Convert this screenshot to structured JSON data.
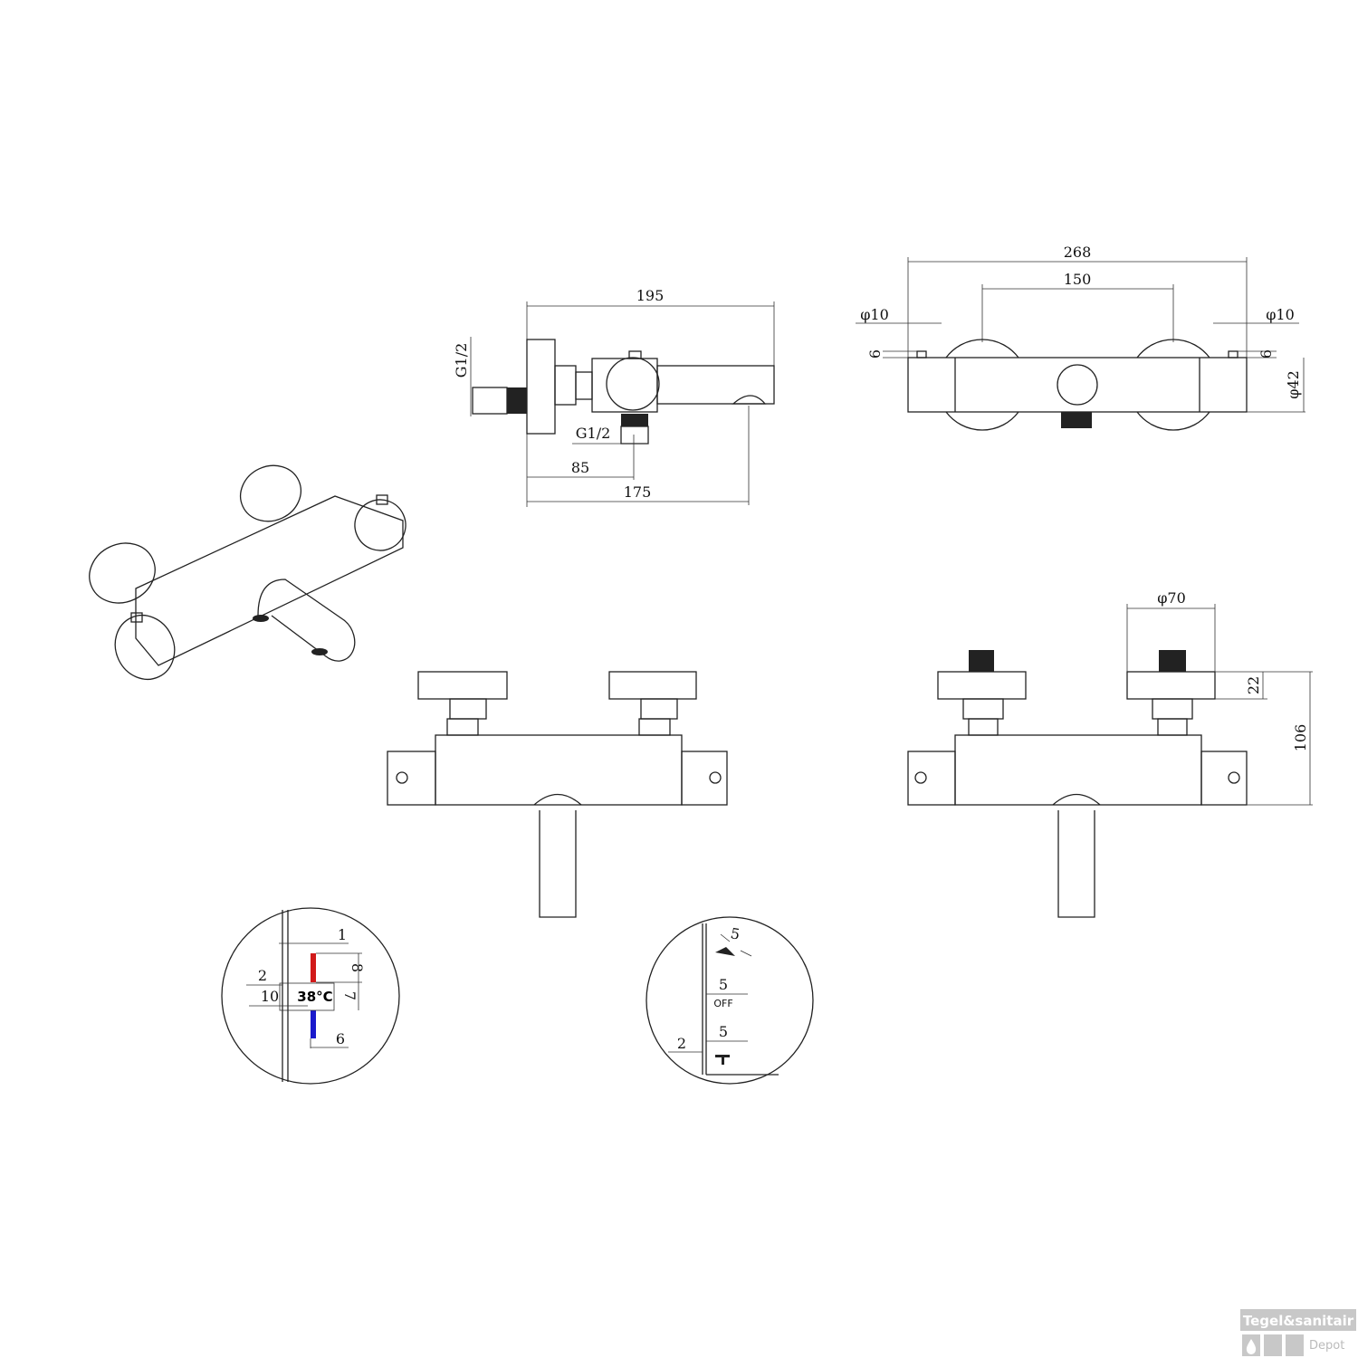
{
  "side_view": {
    "dim_total": "195",
    "dim_inlet": "85",
    "dim_outlet": "175",
    "thread_left": "G1/2",
    "thread_bottom": "G1/2"
  },
  "top_view": {
    "dim_total": "268",
    "dim_centers": "150",
    "dia_left": "φ10",
    "dia_right": "φ10",
    "dim_left": "6",
    "dim_right": "6",
    "dia_body": "φ42"
  },
  "rear_view": {
    "dia_flange": "φ70",
    "dim_flange": "22",
    "dim_height": "106"
  },
  "detail_left": {
    "d1": "1",
    "d8": "8",
    "d2": "2",
    "d10": "10",
    "temp": "38°C",
    "d7": "7",
    "d6": "6",
    "hot_color": "#d11a1a",
    "cold_color": "#1a1acc"
  },
  "detail_right": {
    "d5a": "5",
    "d5b": "5",
    "off": "OFF",
    "d5c": "5",
    "d2": "2"
  },
  "logo": {
    "line1": "Tegel&sanitair",
    "line2": "Depot"
  }
}
